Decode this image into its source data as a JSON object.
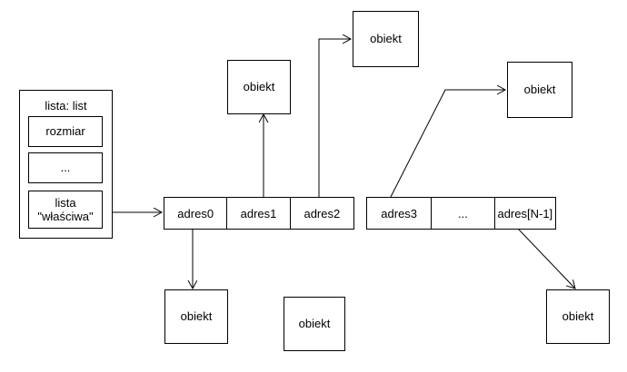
{
  "diagram": {
    "title": "lista: list",
    "stroke_color": "#000000",
    "background_color": "#ffffff",
    "structure": {
      "label": "lista: list",
      "fields": [
        {
          "name": "field-rozmiar",
          "label": "rozmiar"
        },
        {
          "name": "field-ellipsis",
          "label": "..."
        },
        {
          "name": "field-lista-wlasciwa",
          "label": "lista\n\"właściwa\""
        }
      ]
    },
    "array_segments": [
      {
        "name": "array-segment-left",
        "cells": [
          {
            "name": "array-cell-adres0",
            "label": "adres0"
          },
          {
            "name": "array-cell-adres1",
            "label": "adres1"
          },
          {
            "name": "array-cell-adres2",
            "label": "adres2"
          }
        ]
      },
      {
        "name": "array-segment-right",
        "cells": [
          {
            "name": "array-cell-adres3",
            "label": "adres3"
          },
          {
            "name": "array-cell-ellipsis",
            "label": "..."
          },
          {
            "name": "array-cell-adres-n-1",
            "label": "adres[N-1]"
          }
        ]
      }
    ],
    "objects": [
      {
        "name": "object-box-adres1",
        "label": "obiekt"
      },
      {
        "name": "object-box-adres2",
        "label": "obiekt"
      },
      {
        "name": "object-box-adres3",
        "label": "obiekt"
      },
      {
        "name": "object-box-adres0",
        "label": "obiekt"
      },
      {
        "name": "object-box-unlinked",
        "label": "obiekt"
      },
      {
        "name": "object-box-adres-n-1",
        "label": "obiekt"
      }
    ]
  }
}
